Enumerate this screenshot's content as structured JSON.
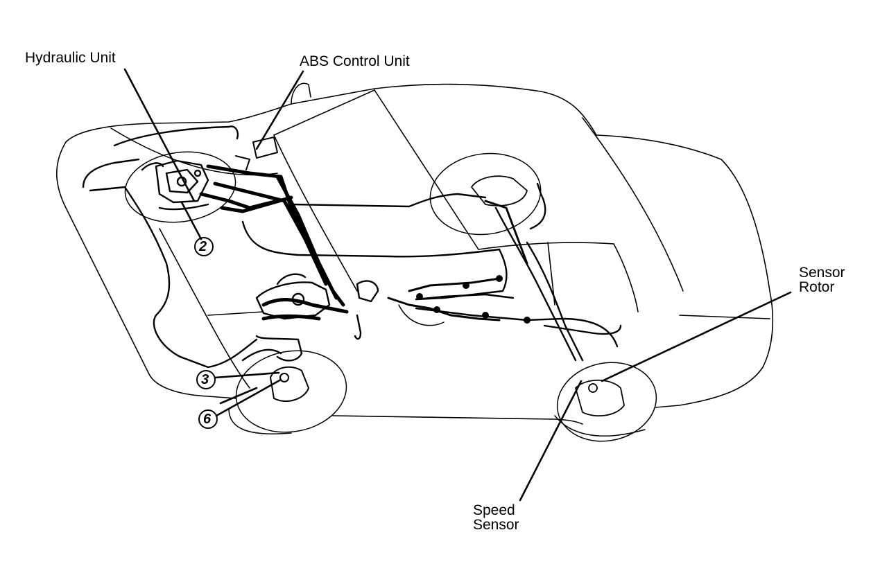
{
  "labels": {
    "hydraulic_unit": "Hydraulic Unit",
    "abs_control_unit": "ABS Control Unit",
    "sensor_rotor_line1": "Sensor",
    "sensor_rotor_line2": "Rotor",
    "speed_sensor_line1": "Speed",
    "speed_sensor_line2": "Sensor"
  },
  "callouts": {
    "c2": "2",
    "c3": "3",
    "c6": "6"
  },
  "colors": {
    "ink": "#000000",
    "paper": "#ffffff"
  }
}
